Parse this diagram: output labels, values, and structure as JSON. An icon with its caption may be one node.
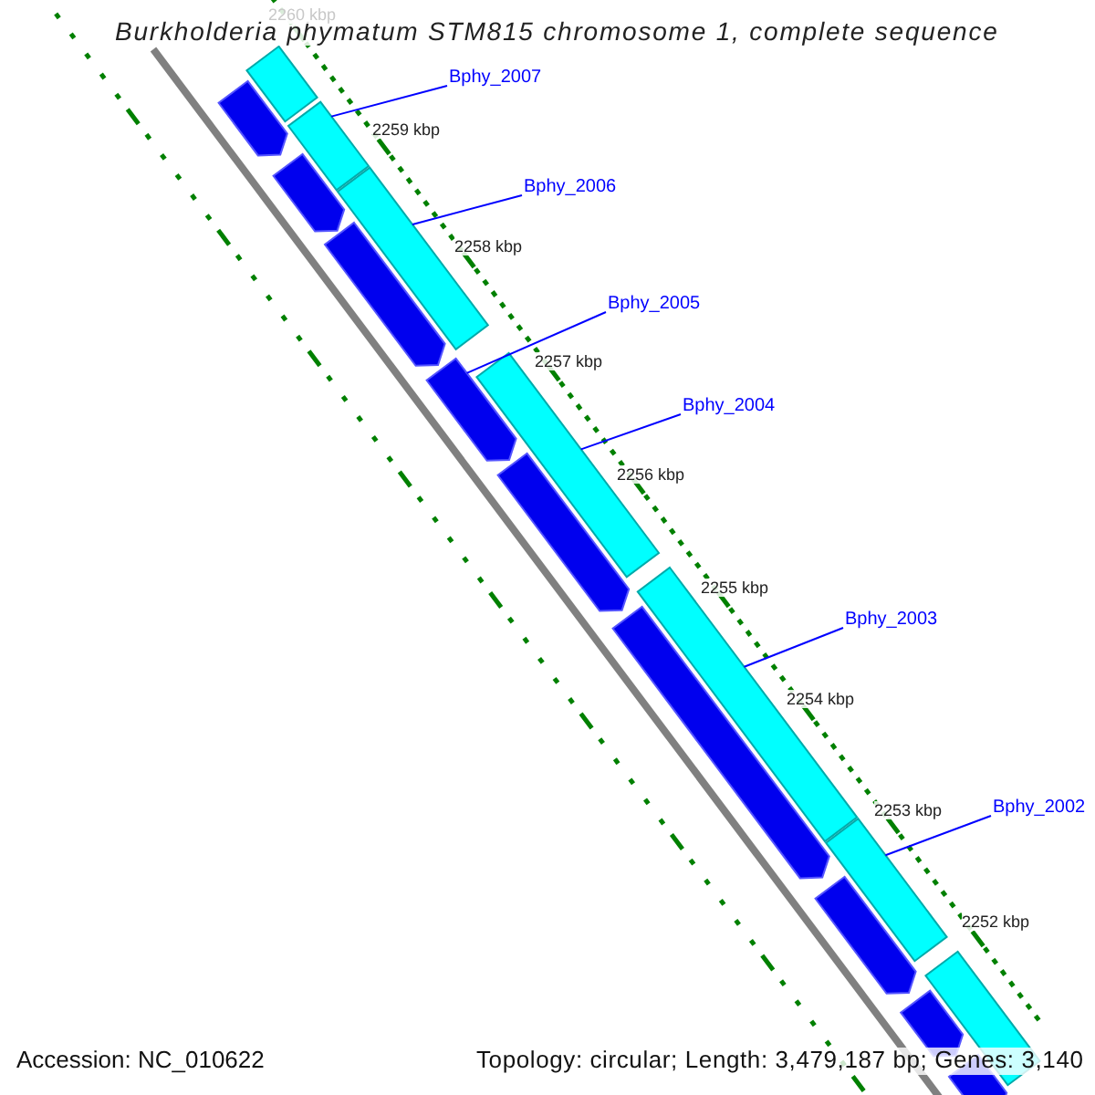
{
  "diagram": {
    "title": "Burkholderia phymatum STM815 chromosome 1, complete sequence",
    "nodes": [
      {
        "text": [
          "Bphy_2007"
        ]
      },
      {
        "text": [
          "Bphy_2006"
        ]
      },
      {
        "text": [
          "Bphy_2005"
        ]
      },
      {
        "text": [
          "Bphy_2004"
        ]
      },
      {
        "text": [
          "Bphy_2003"
        ]
      },
      {
        "text": [
          "Bphy_2002"
        ]
      },
      {
        "text": [],
        "shape": "bar"
      },
      {
        "text": [],
        "shape": "bar"
      },
      {
        "text": [],
        "shape": "bar"
      },
      {
        "text": [],
        "shape": "bar"
      },
      {
        "text": [],
        "shape": "bar"
      },
      {
        "text": [],
        "shape": "bar"
      },
      {
        "text": [],
        "shape": "bar"
      },
      {
        "text": [],
        "shape": "bar"
      },
      {
        "text": [],
        "shape": "bar"
      },
      {
        "text": [],
        "shape": "bar"
      },
      {
        "text": [],
        "shape": "bar"
      },
      {
        "text": [],
        "shape": "bar"
      },
      {
        "text": [],
        "shape": "bar"
      },
      {
        "text": [],
        "shape": "bar"
      },
      {
        "text": [],
        "shape": "bar"
      },
      {
        "text": [],
        "shape": "bar"
      }
    ],
    "edges": [
      {
        "from": 0,
        "to": 8,
        "arrow": "none"
      },
      {
        "from": 1,
        "to": 10,
        "arrow": "none"
      },
      {
        "from": 2,
        "to": 12,
        "arrow": "none"
      },
      {
        "from": 3,
        "to": 13,
        "arrow": "none"
      },
      {
        "from": 4,
        "to": 15,
        "arrow": "none"
      },
      {
        "from": 5,
        "to": 17,
        "arrow": "none"
      }
    ],
    "labels": [
      "2260 kbp",
      "2259 kbp",
      "2258 kbp",
      "2257 kbp",
      "2256 kbp",
      "2255 kbp",
      "2254 kbp",
      "2253 kbp",
      "2252 kbp",
      "Accession: NC_010622",
      "Topology: circular; Length: 3,479,187 bp; Genes: 3,140"
    ]
  }
}
